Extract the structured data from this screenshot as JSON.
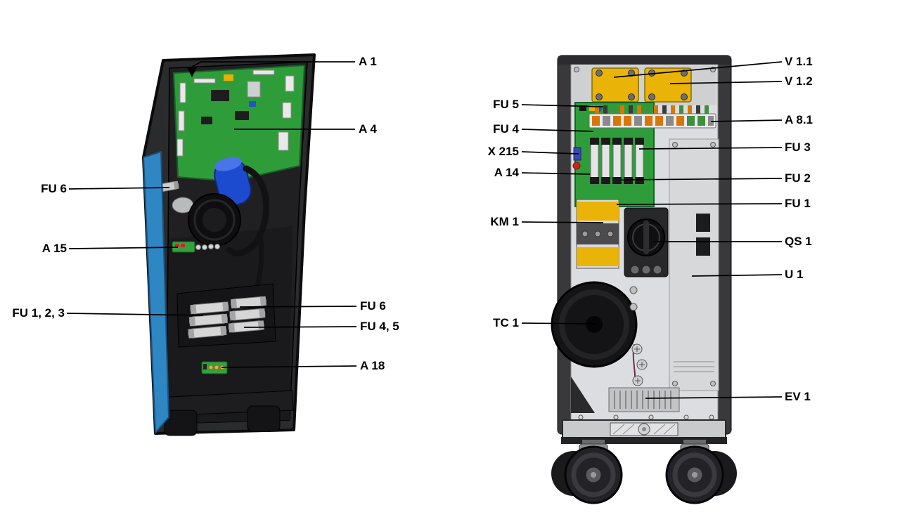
{
  "labels": {
    "left": {
      "a1": "A 1",
      "a4": "A 4",
      "fu6_upper": "FU 6",
      "a15": "A 15",
      "fu123": "FU 1, 2, 3",
      "fu6_lower": "FU 6",
      "fu45": "FU 4, 5",
      "a18": "A 18"
    },
    "right": {
      "v11": "V 1.1",
      "v12": "V 1.2",
      "fu5": "FU 5",
      "fu4": "FU 4",
      "x215": "X 215",
      "a14": "A 14",
      "a81": "A 8.1",
      "fu3": "FU 3",
      "fu2": "FU 2",
      "fu1": "FU 1",
      "km1": "KM 1",
      "qs1": "QS 1",
      "u1": "U 1",
      "tc1": "TC 1",
      "ev1": "EV 1"
    }
  },
  "colors": {
    "background": "#ffffff",
    "pcb_green": "#2f9c3a",
    "module_yellow": "#eab308",
    "side_panel_blue": "#2e86c3",
    "capacitor_blue": "#1d4bd0",
    "leader_line": "#000000"
  }
}
